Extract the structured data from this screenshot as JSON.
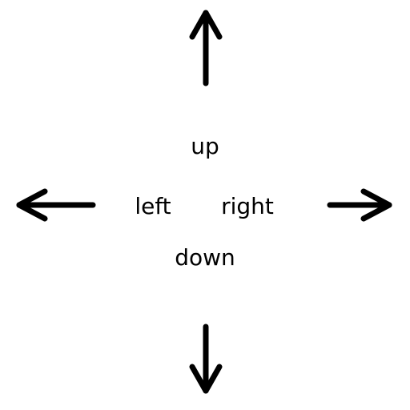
{
  "directions": {
    "up": {
      "label": "up",
      "icon": "arrow-up-icon"
    },
    "down": {
      "label": "down",
      "icon": "arrow-down-icon"
    },
    "left": {
      "label": "left",
      "icon": "arrow-left-icon"
    },
    "right": {
      "label": "right",
      "icon": "arrow-right-icon"
    }
  },
  "colors": {
    "background": "#ffffff",
    "foreground": "#000000"
  }
}
